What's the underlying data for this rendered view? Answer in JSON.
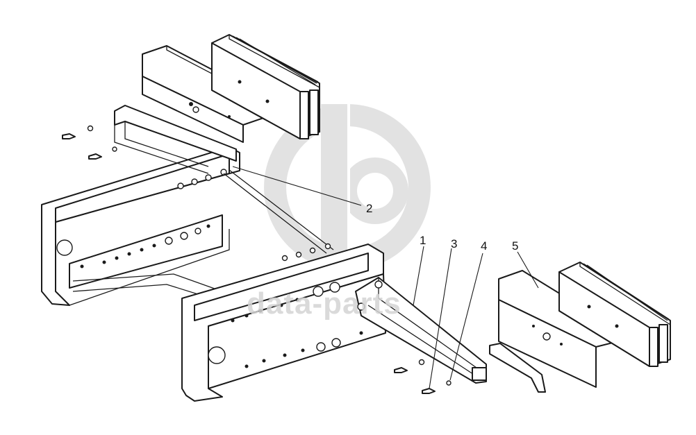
{
  "callouts": [
    {
      "id": "1",
      "label": "1"
    },
    {
      "id": "2",
      "label": "2"
    },
    {
      "id": "3",
      "label": "3"
    },
    {
      "id": "4",
      "label": "4"
    },
    {
      "id": "5",
      "label": "5"
    }
  ],
  "watermark": {
    "text": "data-parts",
    "color": "#c8c8c8"
  },
  "colors": {
    "line": "#1a1a1a",
    "background": "#ffffff"
  }
}
